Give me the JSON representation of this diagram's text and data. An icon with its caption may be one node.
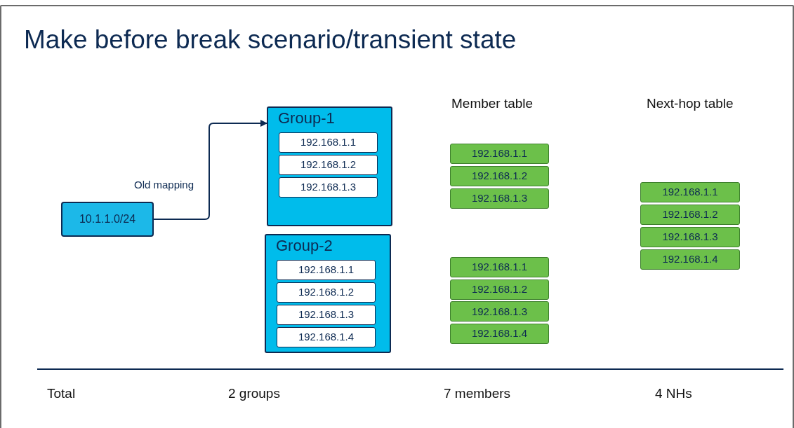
{
  "diagram": {
    "title": "Make before break scenario/transient state",
    "nodes": [
      {
        "text": [
          "10.1.1.0/24"
        ]
      },
      {
        "text": [
          "Group-1"
        ]
      },
      {
        "text": [
          "192.168.1.1"
        ],
        "in": 1
      },
      {
        "text": [
          "192.168.1.2"
        ],
        "in": 1
      },
      {
        "text": [
          "192.168.1.3"
        ],
        "in": 1
      },
      {
        "text": [
          "Group-2"
        ]
      },
      {
        "text": [
          "192.168.1.1"
        ],
        "in": 5
      },
      {
        "text": [
          "192.168.1.2"
        ],
        "in": 5
      },
      {
        "text": [
          "192.168.1.3"
        ],
        "in": 5
      },
      {
        "text": [
          "192.168.1.4"
        ],
        "in": 5
      },
      {
        "text": [
          "192.168.1.1"
        ]
      },
      {
        "text": [
          "192.168.1.2"
        ]
      },
      {
        "text": [
          "192.168.1.3"
        ]
      },
      {
        "text": [
          "192.168.1.1"
        ]
      },
      {
        "text": [
          "192.168.1.2"
        ]
      },
      {
        "text": [
          "192.168.1.3"
        ]
      },
      {
        "text": [
          "192.168.1.4"
        ]
      },
      {
        "text": [
          "192.168.1.1"
        ]
      },
      {
        "text": [
          "192.168.1.2"
        ]
      },
      {
        "text": [
          "192.168.1.3"
        ]
      },
      {
        "text": [
          "192.168.1.4"
        ]
      }
    ],
    "edges": [
      {
        "from": 0,
        "to": 1,
        "arrow": "to",
        "label": "Old mapping"
      }
    ],
    "labels": [
      "Member table",
      "Next-hop table",
      "Total",
      "2 groups",
      "7 members",
      "4 NHs"
    ]
  }
}
